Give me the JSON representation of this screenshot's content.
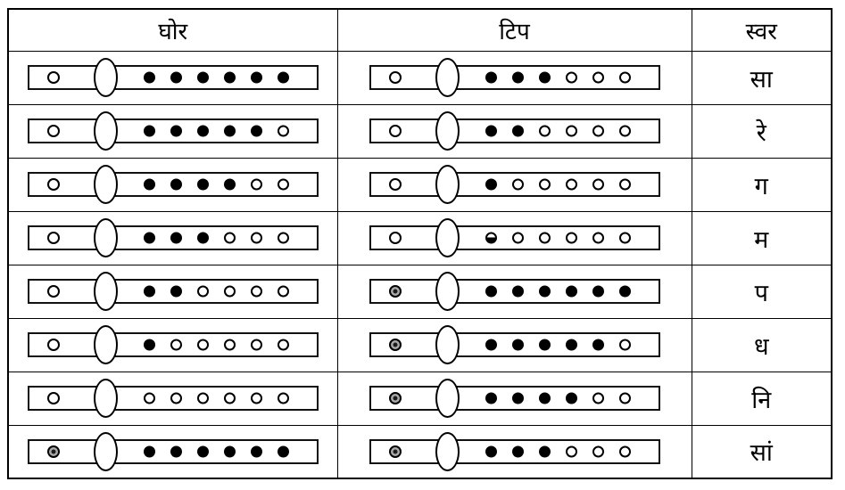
{
  "page": {
    "background": "#ffffff",
    "line_color": "#000000",
    "gray_hole_color": "#a9a9a9"
  },
  "table": {
    "columns": [
      {
        "id": "ghor",
        "label": "घोर"
      },
      {
        "id": "tip",
        "label": "टिप"
      },
      {
        "id": "swar",
        "label": "स्वर"
      }
    ],
    "rows": [
      {
        "swar": "सा",
        "ghor": {
          "end_hole": "open",
          "holes": [
            "filled",
            "filled",
            "filled",
            "filled",
            "filled",
            "filled"
          ]
        },
        "tip": {
          "end_hole": "open",
          "holes": [
            "filled",
            "filled",
            "filled",
            "open",
            "open",
            "open"
          ]
        }
      },
      {
        "swar": "रे",
        "ghor": {
          "end_hole": "open",
          "holes": [
            "filled",
            "filled",
            "filled",
            "filled",
            "filled",
            "open"
          ]
        },
        "tip": {
          "end_hole": "open",
          "holes": [
            "filled",
            "filled",
            "open",
            "open",
            "open",
            "open"
          ]
        }
      },
      {
        "swar": "ग",
        "ghor": {
          "end_hole": "open",
          "holes": [
            "filled",
            "filled",
            "filled",
            "filled",
            "open",
            "open"
          ]
        },
        "tip": {
          "end_hole": "open",
          "holes": [
            "filled",
            "open",
            "open",
            "open",
            "open",
            "open"
          ]
        }
      },
      {
        "swar": "म",
        "ghor": {
          "end_hole": "open",
          "holes": [
            "filled",
            "filled",
            "filled",
            "open",
            "open",
            "open"
          ]
        },
        "tip": {
          "end_hole": "open",
          "holes": [
            "half",
            "open",
            "open",
            "open",
            "open",
            "open"
          ]
        }
      },
      {
        "swar": "प",
        "ghor": {
          "end_hole": "open",
          "holes": [
            "filled",
            "filled",
            "open",
            "open",
            "open",
            "open"
          ]
        },
        "tip": {
          "end_hole": "gray",
          "holes": [
            "filled",
            "filled",
            "filled",
            "filled",
            "filled",
            "filled"
          ]
        }
      },
      {
        "swar": "ध",
        "ghor": {
          "end_hole": "open",
          "holes": [
            "filled",
            "open",
            "open",
            "open",
            "open",
            "open"
          ]
        },
        "tip": {
          "end_hole": "gray",
          "holes": [
            "filled",
            "filled",
            "filled",
            "filled",
            "filled",
            "open"
          ]
        }
      },
      {
        "swar": "नि",
        "ghor": {
          "end_hole": "open",
          "holes": [
            "open",
            "open",
            "open",
            "open",
            "open",
            "open"
          ]
        },
        "tip": {
          "end_hole": "gray",
          "holes": [
            "filled",
            "filled",
            "filled",
            "filled",
            "open",
            "open"
          ]
        }
      },
      {
        "swar": "सां",
        "ghor": {
          "end_hole": "gray",
          "holes": [
            "filled",
            "filled",
            "filled",
            "filled",
            "filled",
            "filled"
          ]
        },
        "tip": {
          "end_hole": "gray",
          "holes": [
            "filled",
            "filled",
            "filled",
            "open",
            "open",
            "open"
          ]
        }
      }
    ]
  }
}
